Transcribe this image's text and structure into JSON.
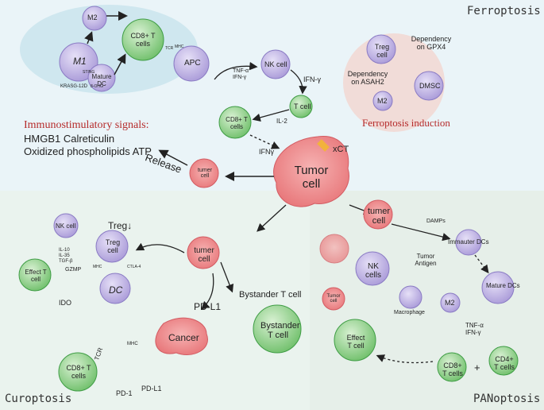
{
  "corners": {
    "ferroptosis": "Ferroptosis",
    "cuproptosis": "Curoptosis",
    "panoptosis": "PANoptosis"
  },
  "top_left": {
    "m2": "M2",
    "m1": "M1",
    "sting": "STING",
    "kras": "KRASG-12D",
    "oohg": "8-OHG",
    "mature_dc": "Mature DC",
    "cd8": "CD8+ T cells",
    "apc": "APC",
    "tcr": "TCR",
    "mhc": "MHC"
  },
  "immuno": {
    "title": "Immunostimulatory signals:",
    "line1": "HMGB1 Calreticulin",
    "line2": "Oxidized phospholipids ATP"
  },
  "center": {
    "tnf": "TNF-α",
    "ifn_g1": "IFN-γ",
    "nk": "NK cell",
    "ifn_g2": "IFN-γ",
    "tcell": "T cell",
    "il2": "IL-2",
    "cd8": "CD8+ T cells",
    "ifn": "IFNγ",
    "xct": "xCT",
    "tumor": "Tumor cell",
    "release": "Release",
    "tumor_small": "tumer cell"
  },
  "ferro": {
    "treg": "Treg cell",
    "dep_gpx4": "Dependency on GPX4",
    "dep_asah2": "Dependency on ASAH2",
    "dmsc": "DMSC",
    "m2": "M2",
    "induction": "Ferroptosis induction"
  },
  "cupro": {
    "nk": "NK cell",
    "treg_label": "Treg↓",
    "treg_cell": "Treg cell",
    "effect": "Effect T cell",
    "cytokines": [
      "IL-10",
      "IL-35",
      "TGF-β",
      "GZMP"
    ],
    "ido": "IDO",
    "dc": "DC",
    "mhc": "MHC",
    "ctla4": "CTLA-4",
    "tumer": "tumer cell",
    "cancer": "Cancer",
    "pdl1_up": "PD-L1",
    "cd8": "CD8+ T cells",
    "tcr": "TCR",
    "mhc2": "MHC",
    "pd1": "PD-1",
    "pdl1": "PD-L1",
    "bystander_label": "Bystander T cell",
    "bystander_cell": "Bystander T cell"
  },
  "pano": {
    "tumer": "tumer cell",
    "damps": "DAMPs",
    "immature": "Immauter DCs",
    "nk": "NK cells",
    "antigen": "Tumor Antigen",
    "tumor_cell": "Tumor cell",
    "macrophage": "Macrophage",
    "m2": "M2",
    "mature": "Mature DCs",
    "tnf": "TNF-α",
    "ifn": "IFN-γ",
    "effect": "Effect T cell",
    "cd8": "CD8+ T cells",
    "plus": "+",
    "cd4": "CD4+ T cells"
  }
}
